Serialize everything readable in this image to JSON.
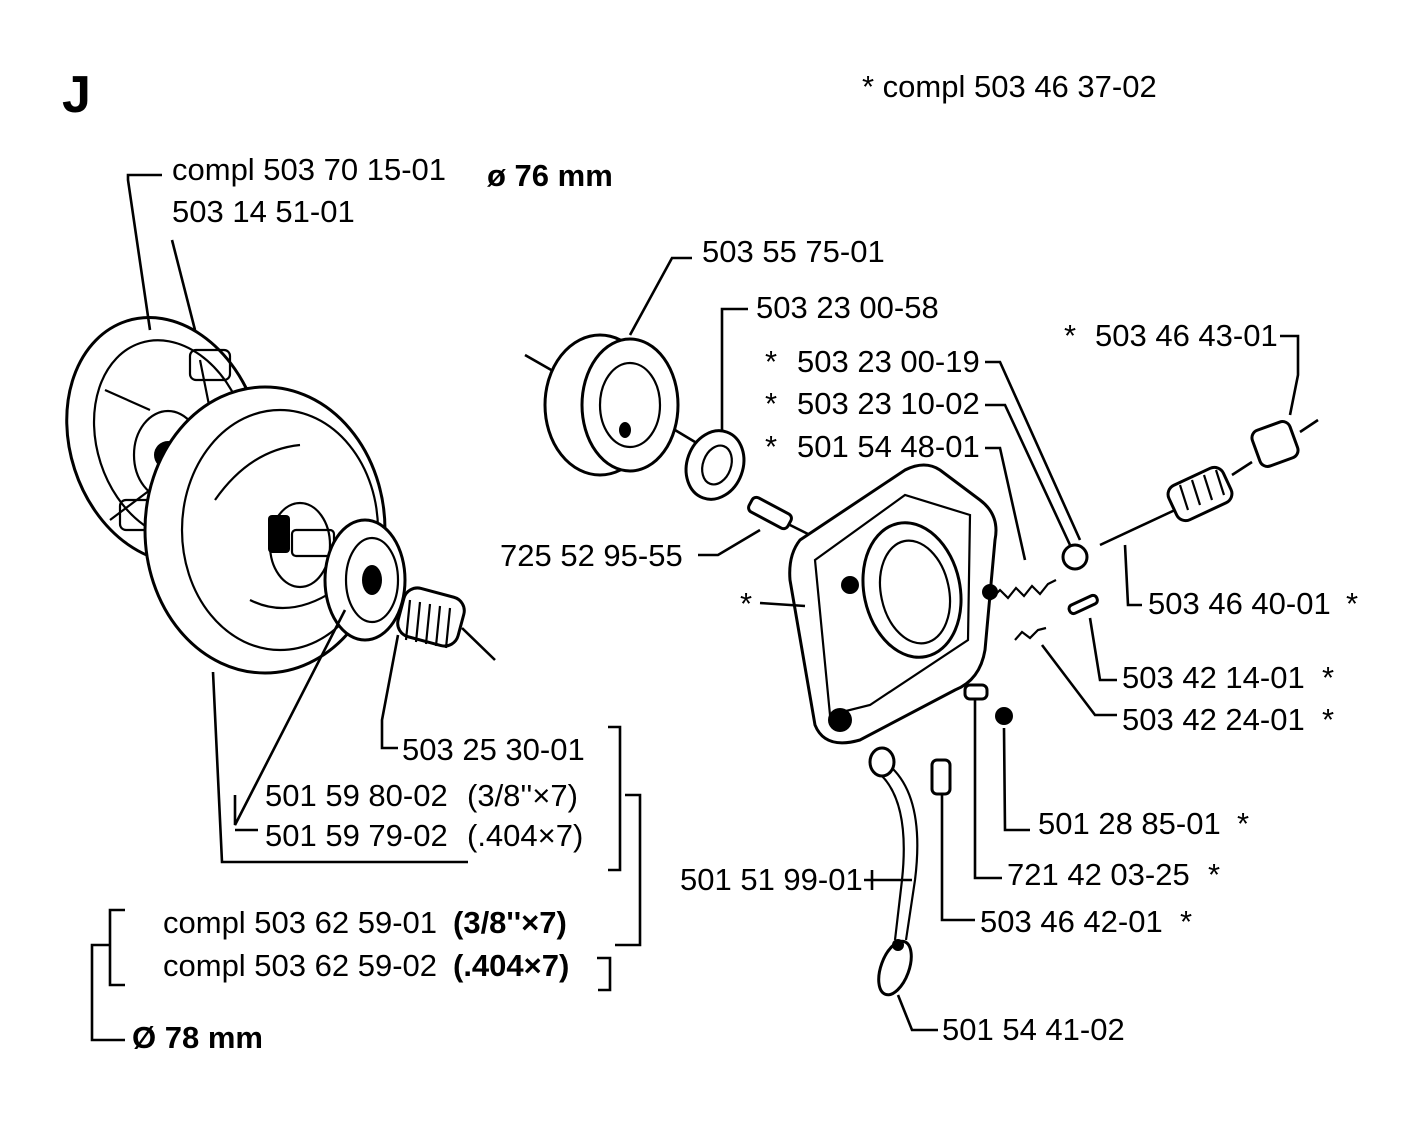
{
  "section_letter": "J",
  "asterisk": "*",
  "header_note": "*  compl 503 46 37-02",
  "labels": {
    "compl_clutch_76": "compl 503 70 15-01",
    "dia_76": "ø 76 mm",
    "clutch_503_14_51": "503 14 51-01",
    "p_503_55_75": "503 55 75-01",
    "p_503_23_00_58": "503 23 00-58",
    "p_503_46_43": "503 46 43-01",
    "p_503_23_00_19": "503 23 00-19",
    "p_503_23_10_02": "503 23 10-02",
    "p_501_54_48": "501 54 48-01",
    "p_725_52_95_55": "725 52 95-55",
    "p_503_46_40": "503 46 40-01",
    "p_503_42_14": "503 42 14-01",
    "p_503_42_24": "503 42 24-01",
    "p_503_25_30": "503 25 30-01",
    "p_501_59_80": "501 59 80-02",
    "pitch_3_8": "(3/8''×7)",
    "p_501_59_79": "501 59 79-02",
    "pitch_404": "(.404×7)",
    "p_501_28_85": "501 28 85-01",
    "p_721_42_03_25": "721 42 03-25",
    "p_501_51_99": "501 51 99-01",
    "p_503_46_42": "503 46 42-01",
    "compl_62_59_01": "compl 503 62 59-01",
    "compl_62_59_02": "compl 503 62 59-02",
    "pitch_3_8_bold": "(3/8''×7)",
    "pitch_404_bold": "(.404×7)",
    "dia_78": "Ø 78 mm",
    "p_501_54_41": "501 54 41-02"
  }
}
